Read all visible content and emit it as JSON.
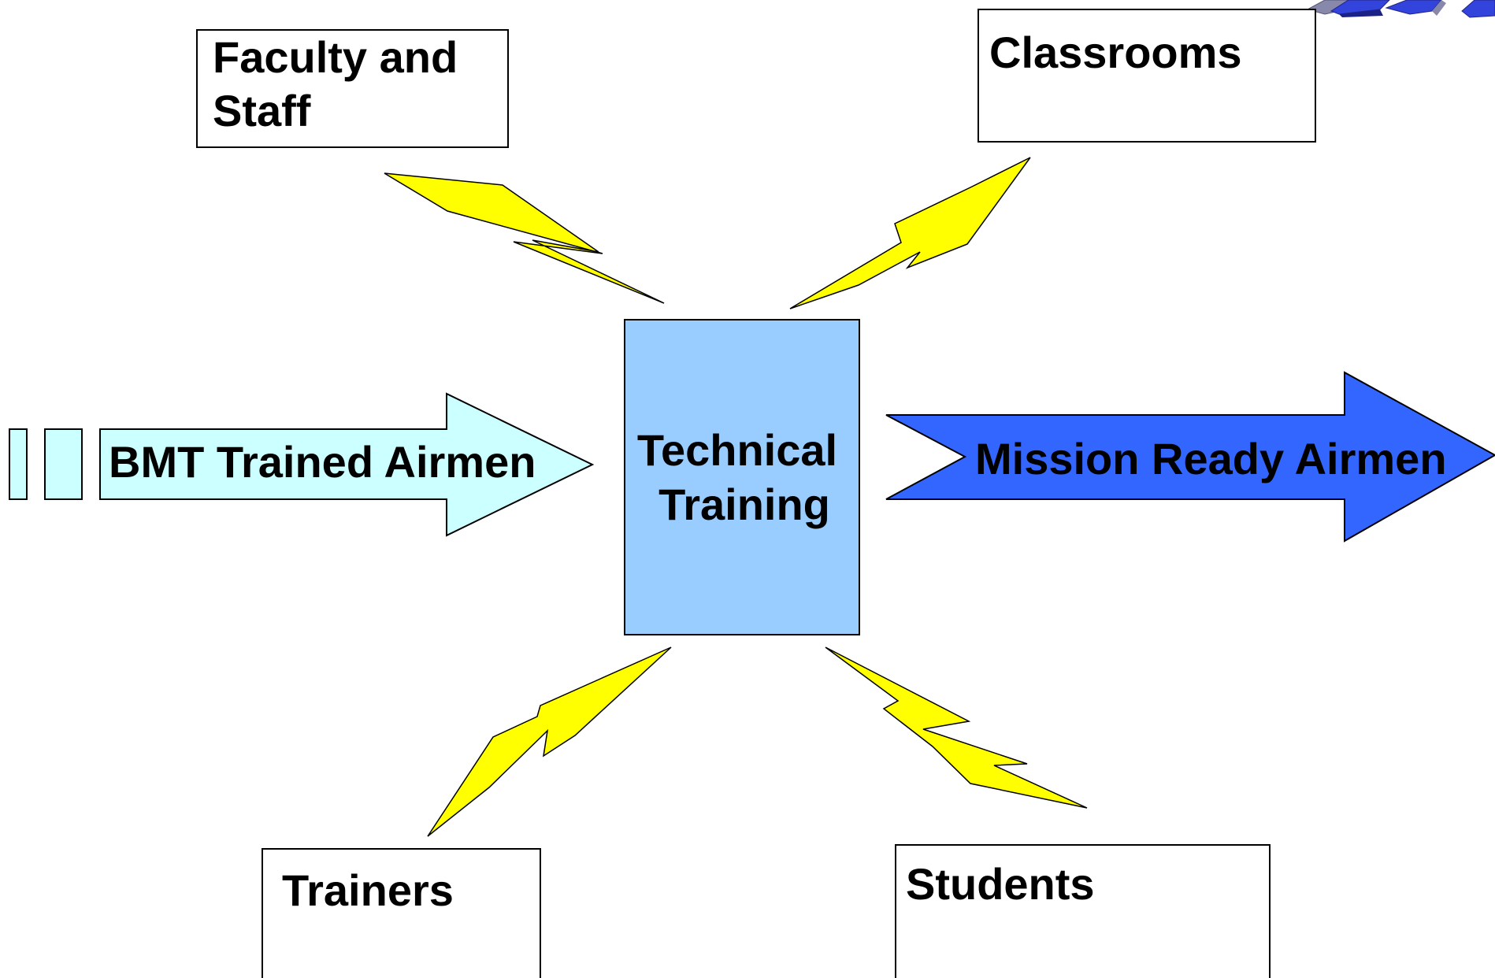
{
  "diagram": {
    "nodes": {
      "faculty": {
        "line1": "Faculty and",
        "line2": "Staff"
      },
      "classrooms": {
        "label": "Classrooms"
      },
      "trainers": {
        "label": "Trainers"
      },
      "students": {
        "label": "Students"
      },
      "center": {
        "line1": "Technical",
        "line2": "Training"
      }
    },
    "arrows": {
      "input": {
        "label": "BMT Trained Airmen"
      },
      "output": {
        "label": "Mission Ready Airmen"
      }
    }
  },
  "colors": {
    "center_fill": "#99ccff",
    "input_fill": "#ccffff",
    "output_fill": "#3366ff",
    "bolt_fill": "#ffff00",
    "stroke": "#000000"
  },
  "icons": {
    "corner_logo": "blocks-logo-icon"
  }
}
